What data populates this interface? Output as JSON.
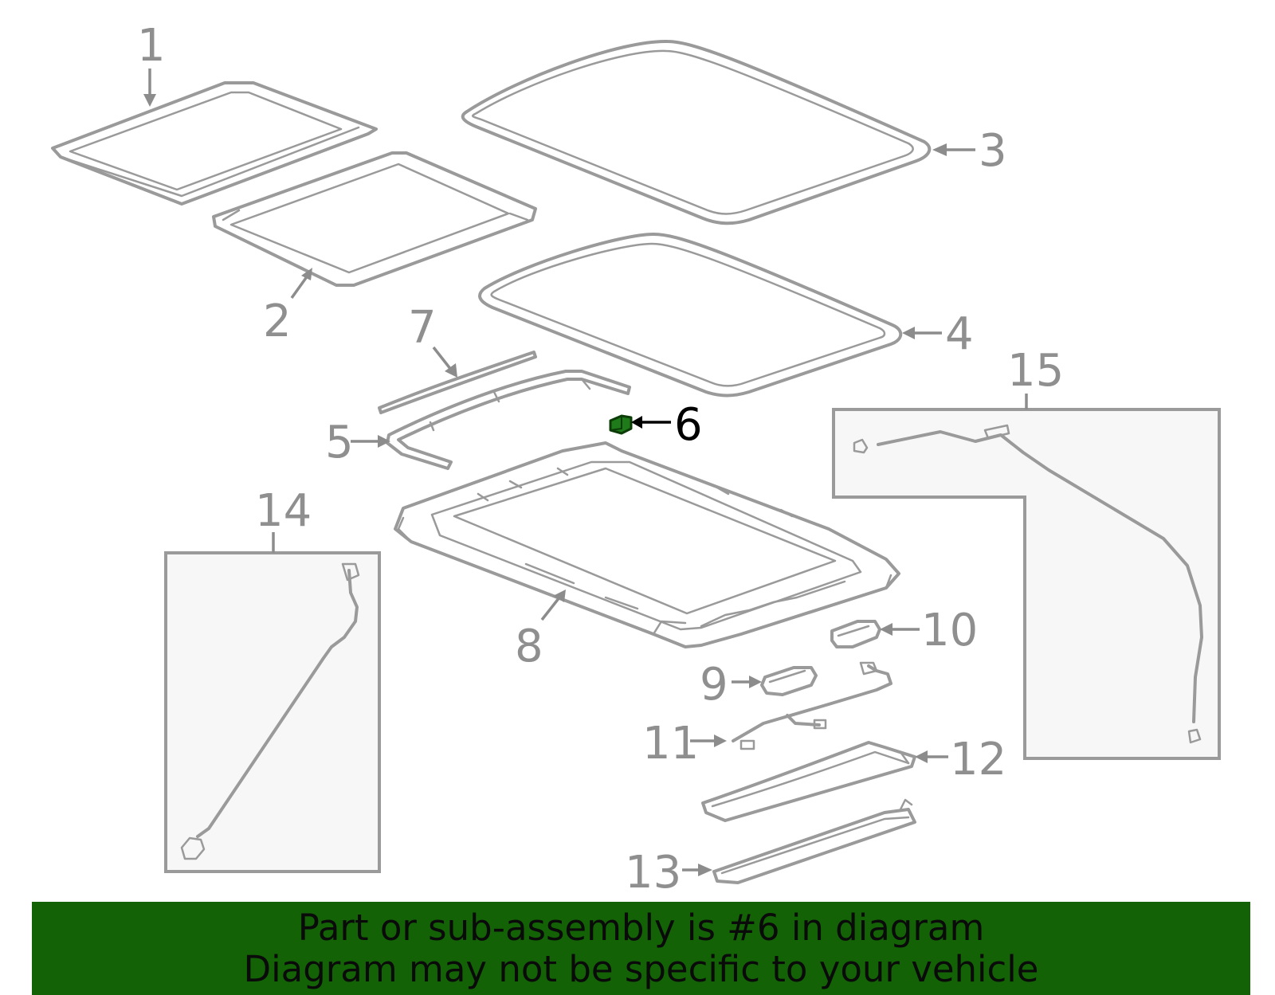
{
  "diagram": {
    "callouts": [
      "1",
      "2",
      "3",
      "4",
      "5",
      "6",
      "7",
      "8",
      "9",
      "10",
      "11",
      "12",
      "13",
      "14",
      "15"
    ],
    "highlighted_part": "6"
  },
  "colors": {
    "line": "#9a9a9a",
    "highlight_part": "#1f7a1a",
    "banner_bg": "#136206",
    "banner_text": "#0a0a0a"
  },
  "banner": {
    "line1": "Part or sub-assembly is #6 in diagram",
    "line2": "Diagram may not be specific to your vehicle"
  }
}
